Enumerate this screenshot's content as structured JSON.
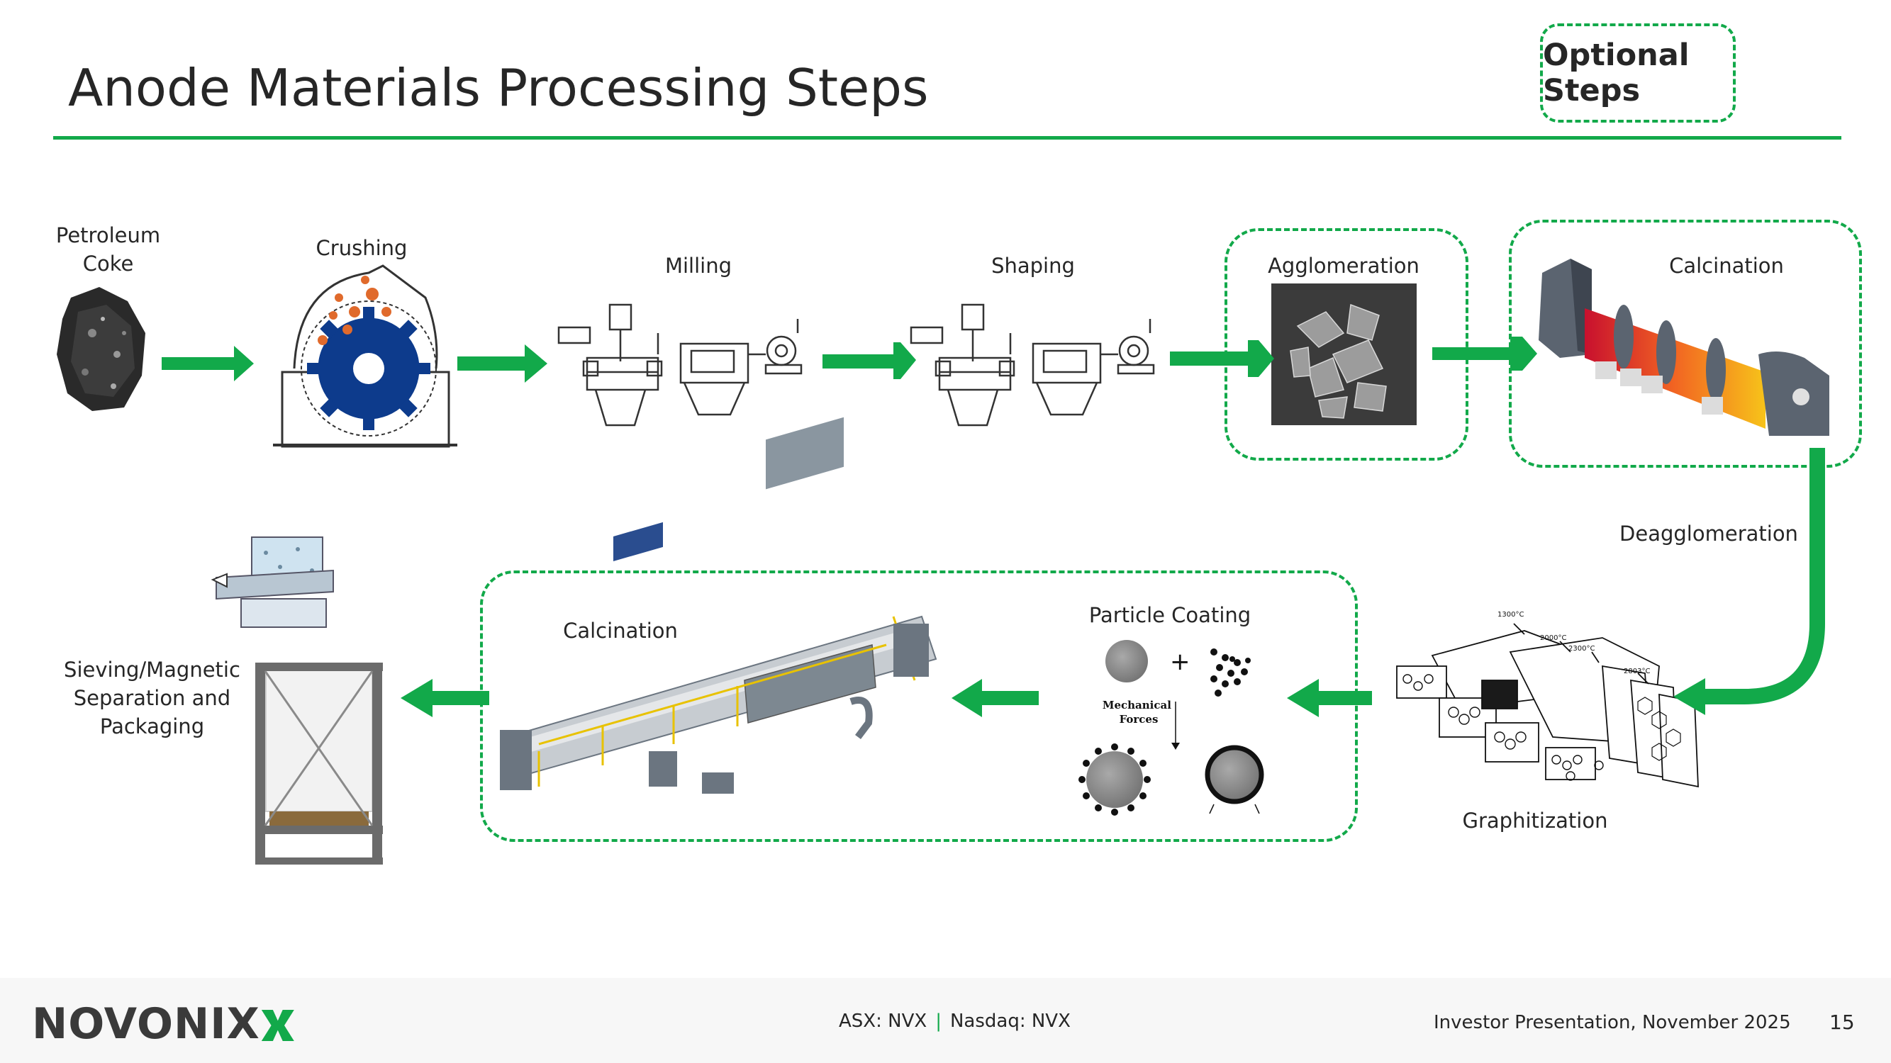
{
  "header": {
    "title": "Anode Materials Processing Steps",
    "optional_label": "Optional Steps"
  },
  "steps": {
    "petroleum_coke": "Petroleum\nCoke",
    "crushing": "Crushing",
    "milling": "Milling",
    "shaping": "Shaping",
    "agglomeration": "Agglomeration",
    "calcination_top": "Calcination",
    "deagglomeration": "Deagglomeration",
    "graphitization": "Graphitization",
    "particle_coating": "Particle Coating",
    "calcination_bottom": "Calcination",
    "sieving": "Sieving/Magnetic\nSeparation and\nPackaging"
  },
  "coating_diagram": {
    "plus": "+",
    "mechanical_forces": "Mechanical\nForces"
  },
  "graphitization_temps": [
    "1300°C",
    "2000°C",
    "2300°C",
    "2803°C"
  ],
  "footer": {
    "logo": "NOVONIX",
    "ticker_asx": "ASX: NVX",
    "separator": "|",
    "ticker_nasdaq": "Nasdaq: NVX",
    "presentation": "Investor Presentation, November 2025",
    "page_number": "15"
  },
  "colors": {
    "accent": "#12a94a",
    "title_text": "#262626",
    "footer_bg": "#f7f7f7"
  }
}
